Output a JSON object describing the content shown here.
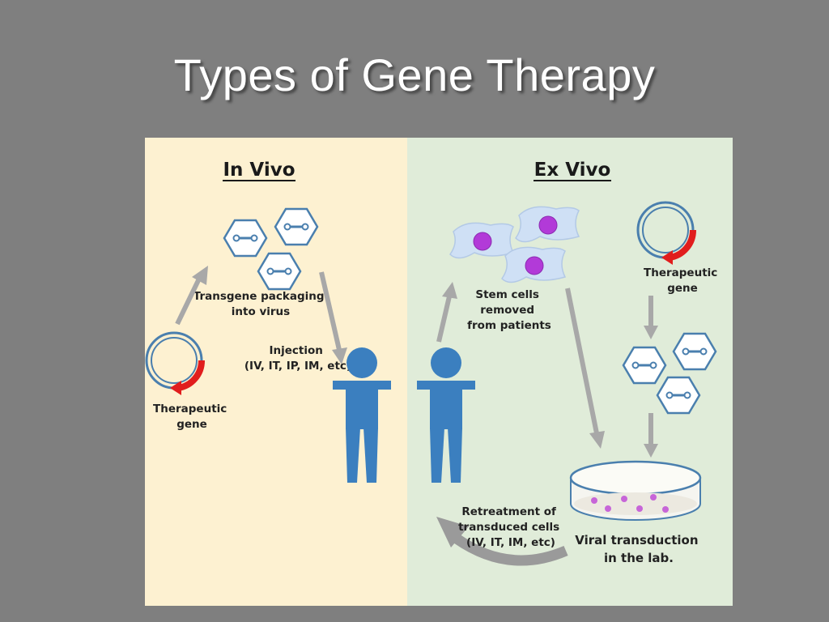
{
  "slide": {
    "title": "Types of Gene Therapy"
  },
  "in_vivo": {
    "heading": "In Vivo",
    "packaging_label": [
      "Transgene packaging",
      "into virus"
    ],
    "injection_label": [
      "Injection",
      "(IV, IT, IP, IM, etc)"
    ],
    "gene_label": [
      "Therapeutic",
      "gene"
    ]
  },
  "ex_vivo": {
    "heading": "Ex Vivo",
    "stem_cells_label": [
      "Stem cells",
      "removed",
      "from patients"
    ],
    "gene_label": [
      "Therapeutic",
      "gene"
    ],
    "retreatment_label": [
      "Retreatment of",
      "transduced cells",
      "(IV, IT, IM, etc)"
    ],
    "transduction_label": [
      "Viral transduction",
      "in the lab."
    ]
  },
  "colors": {
    "in_vivo_bg": "#fdf1d1",
    "ex_vivo_bg": "#e0ecd9",
    "person": "#3b7fbf",
    "virus": "#4a7fae",
    "plasmid_red": "#e11d1d",
    "cell_nucleus": "#b23ad8",
    "arrow_grey": "#a8a8a8"
  }
}
